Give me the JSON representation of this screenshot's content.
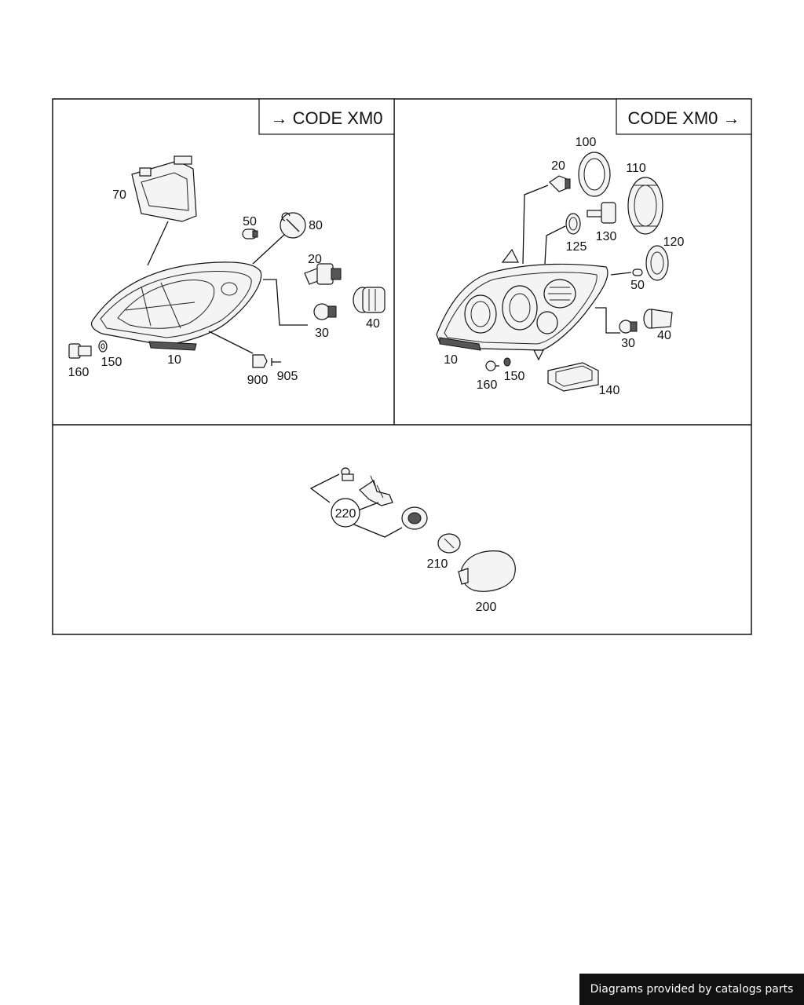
{
  "panels": {
    "left": {
      "code_label": "→ CODE XM0"
    },
    "right": {
      "code_label": "CODE XM0 →"
    }
  },
  "callouts": {
    "left": {
      "p70": "70",
      "p50": "50",
      "p80": "80",
      "p20": "20",
      "p40": "40",
      "p30": "30",
      "p10": "10",
      "p160": "160",
      "p150": "150",
      "p900": "900",
      "p905": "905"
    },
    "right": {
      "p100": "100",
      "p20": "20",
      "p110": "110",
      "p130": "130",
      "p125": "125",
      "p120": "120",
      "p50": "50",
      "p30": "30",
      "p40": "40",
      "p10": "10",
      "p160": "160",
      "p150": "150",
      "p140": "140"
    },
    "bottom": {
      "p220": "220",
      "p210": "210",
      "p200": "200"
    }
  },
  "footer": {
    "text": "Diagrams provided by catalogs parts"
  }
}
